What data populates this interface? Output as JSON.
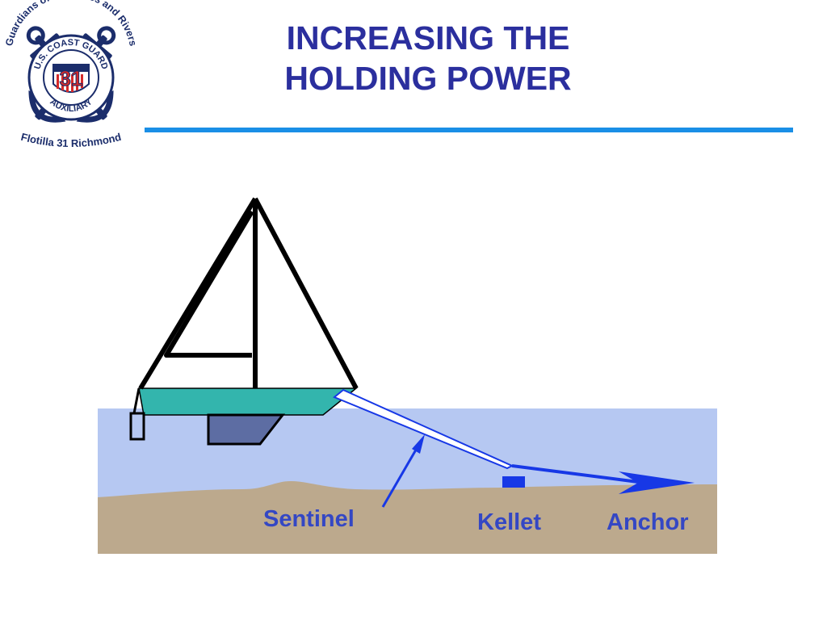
{
  "logo": {
    "arc_top": "Guardians of our Lakes and Rivers",
    "ring_top": "U.S. COAST GUARD",
    "ring_bottom": "AUXILIARY",
    "center_number": "31",
    "arc_bottom": "Flotilla 31 Richmond",
    "colors": {
      "navy": "#1b2d6b",
      "red": "#d42a2a",
      "white": "#ffffff"
    }
  },
  "title": {
    "line1": "INCREASING THE",
    "line2": "HOLDING POWER",
    "color": "#2b2f9e"
  },
  "rule_color": "#1a8fe6",
  "diagram": {
    "labels": {
      "sentinel": "Sentinel",
      "kellet": "Kellet",
      "anchor": "Anchor"
    },
    "colors": {
      "sky": "#ffffff",
      "water": "#b6c8f2",
      "seabed": "#bca98d",
      "hull": "#33b5ad",
      "keel": "#5d6da3",
      "line": "#1738e6",
      "label": "#3447c4",
      "rigging": "#000000"
    }
  }
}
